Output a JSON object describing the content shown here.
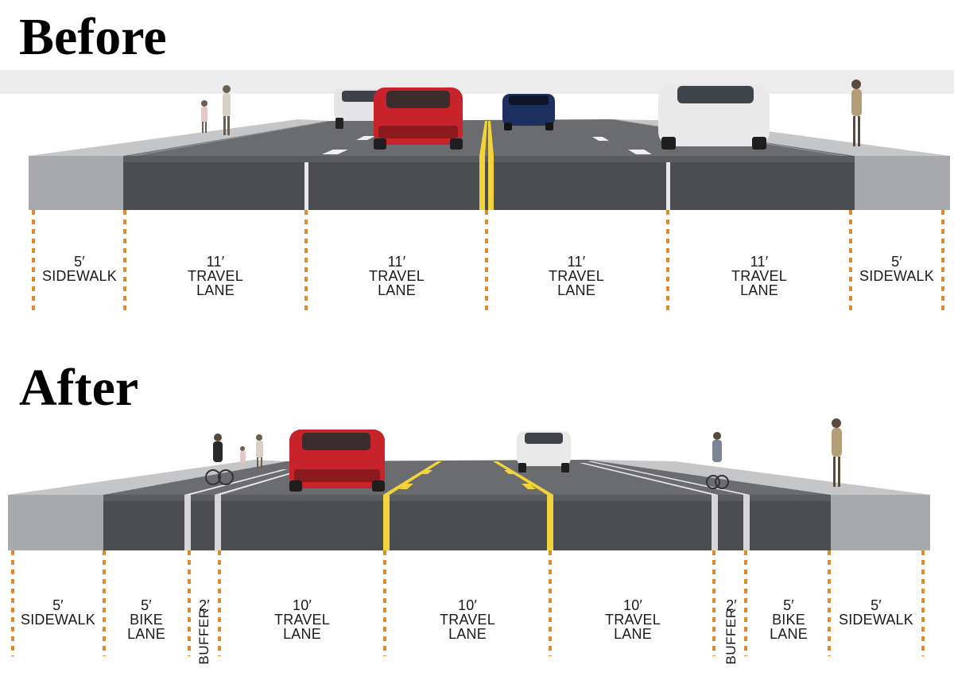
{
  "before": {
    "heading": "Before",
    "segments": [
      {
        "width": "5′",
        "name_line1": "SIDEWALK",
        "name_line2": ""
      },
      {
        "width": "11′",
        "name_line1": "TRAVEL",
        "name_line2": "LANE"
      },
      {
        "width": "11′",
        "name_line1": "TRAVEL",
        "name_line2": "LANE"
      },
      {
        "width": "11′",
        "name_line1": "TRAVEL",
        "name_line2": "LANE"
      },
      {
        "width": "11′",
        "name_line1": "TRAVEL",
        "name_line2": "LANE"
      },
      {
        "width": "5′",
        "name_line1": "SIDEWALK",
        "name_line2": ""
      }
    ]
  },
  "after": {
    "heading": "After",
    "segments": [
      {
        "width": "5′",
        "name_line1": "SIDEWALK",
        "name_line2": ""
      },
      {
        "width": "5′",
        "name_line1": "BIKE",
        "name_line2": "LANE"
      },
      {
        "width": "2′",
        "name_line1": "BUFFER",
        "name_line2": ""
      },
      {
        "width": "10′",
        "name_line1": "TRAVEL",
        "name_line2": "LANE"
      },
      {
        "width": "10′",
        "name_line1": "TRAVEL",
        "name_line2": "LANE"
      },
      {
        "width": "10′",
        "name_line1": "TRAVEL",
        "name_line2": "LANE"
      },
      {
        "width": "2′",
        "name_line1": "BUFFER",
        "name_line2": ""
      },
      {
        "width": "5′",
        "name_line1": "BIKE",
        "name_line2": "LANE"
      },
      {
        "width": "5′",
        "name_line1": "SIDEWALK",
        "name_line2": ""
      }
    ]
  },
  "colors": {
    "asphalt": "#55575b",
    "asphalt_side": "#46484b",
    "sidewalk": "#b9bbbe",
    "sidewalk_side": "#a3a5a8",
    "yellow_line": "#f2d43a",
    "white_line": "#ededed",
    "dashed_marker": "#e08a2e",
    "car_red": "#c8232a",
    "car_white": "#e9e9ea",
    "car_navy": "#1c2f5e"
  }
}
